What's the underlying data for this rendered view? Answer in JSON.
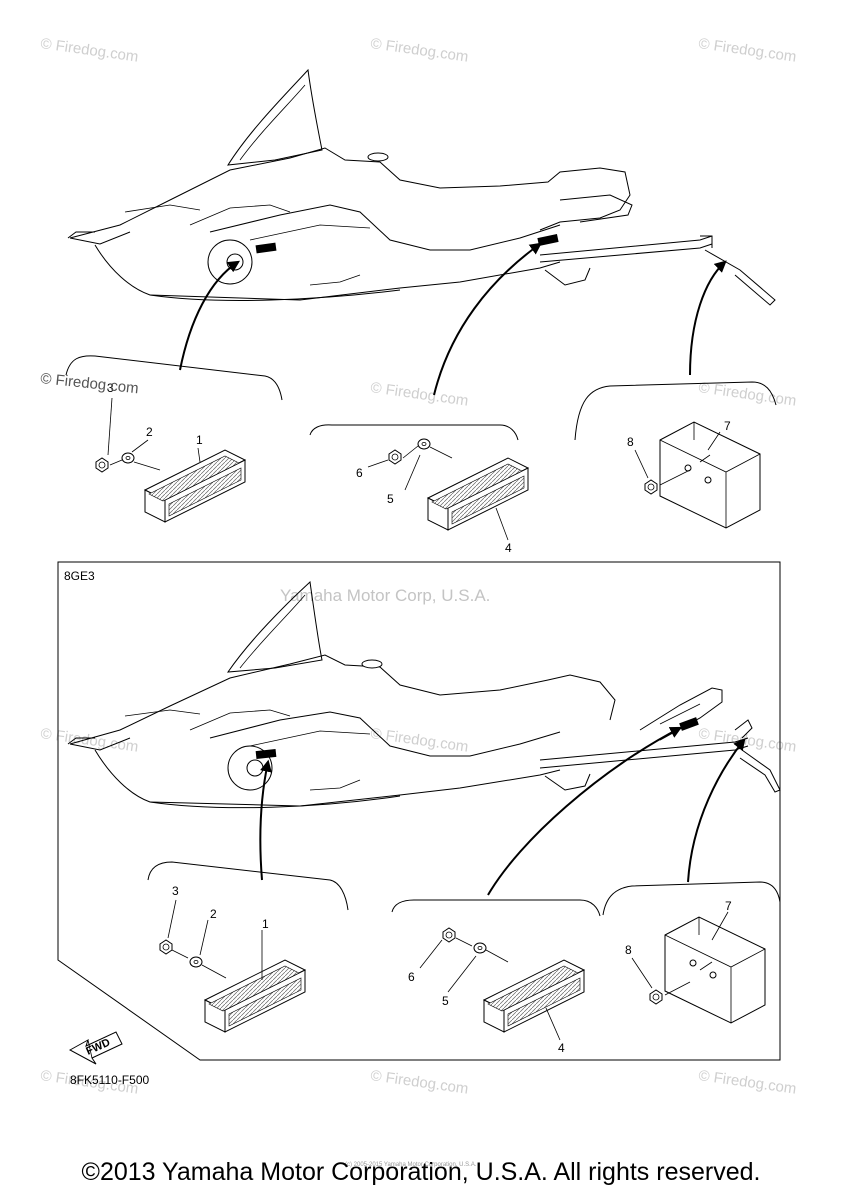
{
  "watermarks": {
    "site": "© Firedog.com",
    "brand": "Yamaha Motor Corp, U.S.A."
  },
  "upper": {
    "callouts": [
      "1",
      "2",
      "3",
      "4",
      "5",
      "6",
      "7",
      "8"
    ]
  },
  "lower": {
    "model_code": "8GE3",
    "callouts": [
      "1",
      "2",
      "3",
      "4",
      "5",
      "6",
      "7",
      "8"
    ],
    "fwd_label": "FWD",
    "diagram_code": "8FK5110-F500"
  },
  "small_copyright": "(c) 2005-2015 Yamaha Motor Corporation, U.S.A.",
  "footer": {
    "copyright": "©2013 Yamaha Motor Corporation, U.S.A. All rights reserved."
  }
}
